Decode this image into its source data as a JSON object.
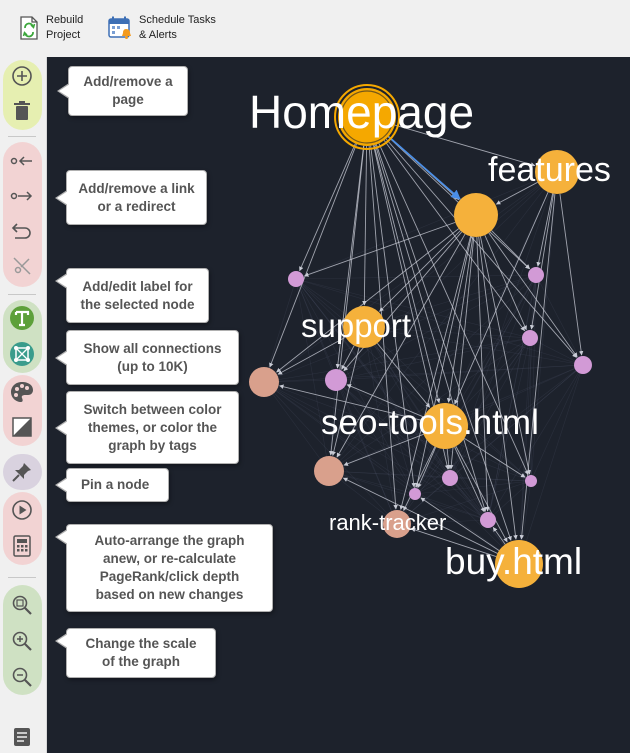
{
  "toolbar": {
    "rebuild": {
      "line1": "Rebuild",
      "line2": "Project",
      "icon": "refresh-doc-icon"
    },
    "schedule": {
      "line1": "Schedule Tasks",
      "line2": "& Alerts",
      "icon": "calendar-alert-icon"
    }
  },
  "callouts": {
    "page": {
      "line1": "Add/remove a",
      "line2": "page"
    },
    "link": {
      "line1": "Add/remove a link",
      "line2": "or a redirect"
    },
    "label": {
      "line1": "Add/edit label for",
      "line2": "the selected node"
    },
    "connections": {
      "line1": "Show all connections",
      "line2": "(up to 10K)"
    },
    "color": {
      "line1": "Switch between color",
      "line2": "themes, or color the",
      "line3": "graph by tags"
    },
    "pin": {
      "line1": "Pin a node"
    },
    "arrange": {
      "line1": "Auto-arrange the graph",
      "line2": "anew, or re-calculate",
      "line3": "PageRank/click depth",
      "line4": "based on new changes"
    },
    "scale": {
      "line1": "Change the scale",
      "line2": "of the graph"
    }
  },
  "graph_labels": {
    "homepage": "Homepage",
    "features": "features",
    "support": "support",
    "seo_tools": "seo-tools.html",
    "rank_tracker": "rank-tracker",
    "buy": "buy.html"
  },
  "colors": {
    "graph_bg": "#1d222c",
    "node_main": "#f5b13b",
    "node_home": "#f5a800",
    "node_pink": "#d29ad6",
    "node_salmon": "#d9a08c",
    "edge": "#c9ccd6",
    "edge_highlight": "#4a8fe8",
    "group_yellow": "#e6efb1",
    "group_red": "#f2d3d3",
    "group_green": "#cfe1c3",
    "group_purple": "#d9d2df"
  }
}
